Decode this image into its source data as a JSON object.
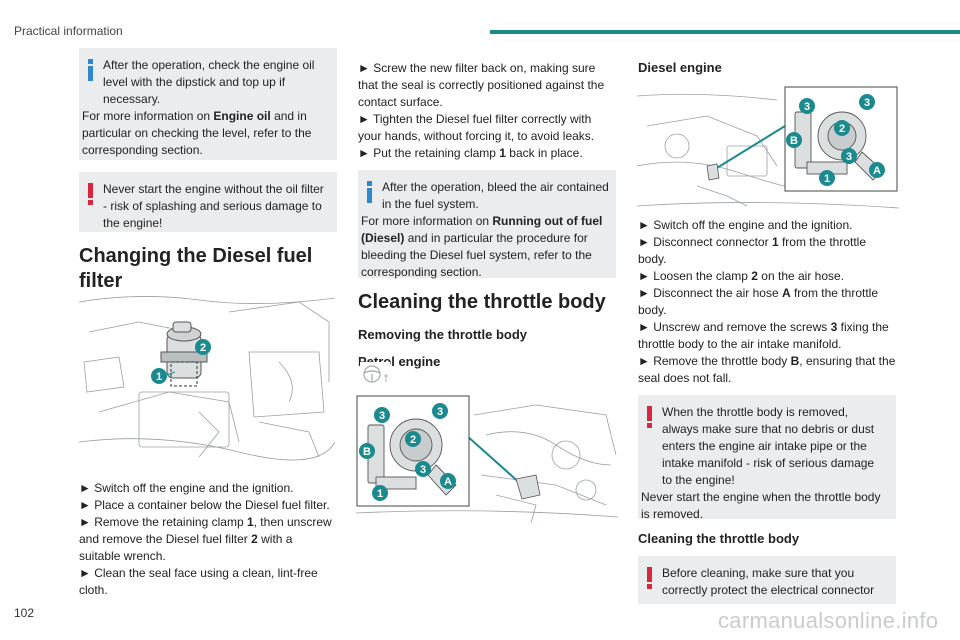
{
  "header": {
    "section": "Practical information"
  },
  "page_number": "102",
  "col1": {
    "info_box": {
      "line1": "After the operation, check the engine oil level with the dipstick and top up if necessary.",
      "line2_pre": "For more information on ",
      "line2_bold": "Engine oil",
      "line2_post": " and in particular on checking the level, refer to the corresponding section."
    },
    "warn_box": {
      "text": "Never start the engine without the oil filter - risk of splashing and serious damage to the engine!"
    },
    "heading": "Changing the Diesel fuel filter",
    "steps": {
      "s1": "► Switch off the engine and the ignition.",
      "s2": "► Place a container below the Diesel fuel filter.",
      "s3_pre": "► Remove the retaining clamp ",
      "s3_b1": "1",
      "s3_mid": ", then unscrew and remove the Diesel fuel filter ",
      "s3_b2": "2",
      "s3_post": " with a suitable wrench.",
      "s4": "► Clean the seal face using a clean, lint-free cloth."
    },
    "labels": [
      "1",
      "2"
    ]
  },
  "col2": {
    "steps": {
      "s1": "► Screw the new filter back on, making sure that the seal is correctly positioned against the contact surface.",
      "s2": "► Tighten the Diesel fuel filter correctly with your hands, without forcing it, to avoid leaks.",
      "s3_pre": "► Put the retaining clamp ",
      "s3_b": "1",
      "s3_post": " back in place."
    },
    "info_box": {
      "line1": "After the operation, bleed the air contained in the fuel system.",
      "line2_pre": "For more information on ",
      "line2_bold": "Running out of fuel (Diesel)",
      "line2_post": " and in particular the procedure for bleeding the Diesel fuel system, refer to the corresponding section."
    },
    "heading": "Cleaning the throttle body",
    "sub1": "Removing the throttle body",
    "sub2": "Petrol engine",
    "labels": [
      "3",
      "3",
      "2",
      "B",
      "3",
      "1",
      "A"
    ]
  },
  "col3": {
    "sub": "Diesel engine",
    "labels": [
      "3",
      "3",
      "2",
      "B",
      "3",
      "1",
      "A"
    ],
    "steps": {
      "s1": "► Switch off the engine and the ignition.",
      "s2_pre": "► Disconnect connector ",
      "s2_b": "1",
      "s2_post": " from the throttle body.",
      "s3_pre": "► Loosen the clamp ",
      "s3_b": "2",
      "s3_post": " on the air hose.",
      "s4_pre": "► Disconnect the air hose ",
      "s4_b": "A",
      "s4_post": " from the throttle body.",
      "s5_pre": "► Unscrew and remove the screws ",
      "s5_b": "3",
      "s5_post": " fixing the throttle body to the air intake manifold.",
      "s6_pre": "► Remove the throttle body ",
      "s6_b": "B",
      "s6_post": ", ensuring that the seal does not fall."
    },
    "warn_box": {
      "line1": "When the throttle body is removed, always make sure that no debris or dust enters the engine air intake pipe or the intake manifold - risk of serious damage to the engine!",
      "line2": "Never start the engine when the throttle body is removed."
    },
    "sub2": "Cleaning the throttle body",
    "warn_box2": {
      "text": "Before cleaning, make sure that you correctly protect the electrical connector"
    }
  },
  "watermark": "carmanualsonline.info",
  "colors": {
    "accent": "#1a8a8f",
    "info": "#2f86c9",
    "warning": "#d7273c",
    "box_bg": "#ebeced"
  }
}
